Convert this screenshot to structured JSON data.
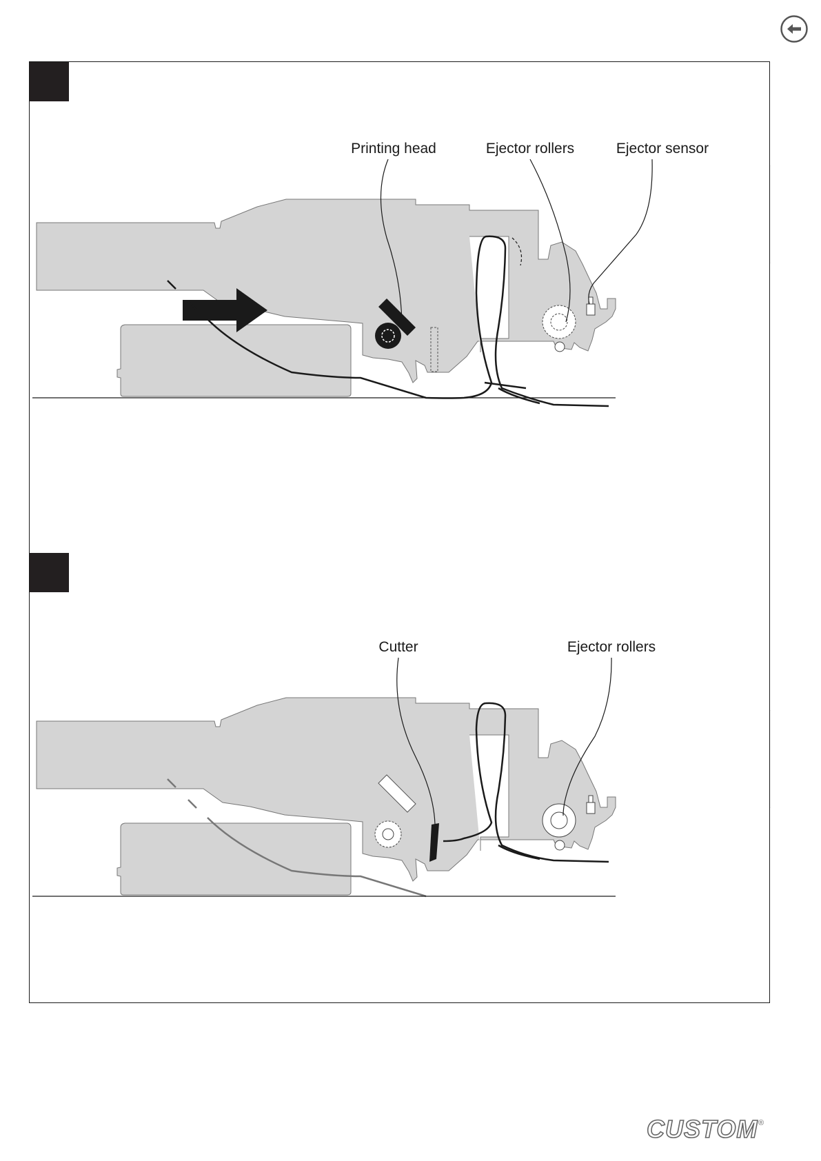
{
  "page": {
    "back_icon": "back-arrow-icon",
    "brand": "CUSTOM"
  },
  "figure_1": {
    "labels": {
      "printing_head": "Printing head",
      "ejector_rollers": "Ejector rollers",
      "ejector_sensor": "Ejector sensor"
    }
  },
  "figure_2": {
    "labels": {
      "cutter": "Cutter",
      "ejector_rollers": "Ejector rollers"
    }
  },
  "colors": {
    "body": "#d4d4d4",
    "ink": "#1a1a1a",
    "marker": "#231f20",
    "tab": "#f7f7f7"
  }
}
